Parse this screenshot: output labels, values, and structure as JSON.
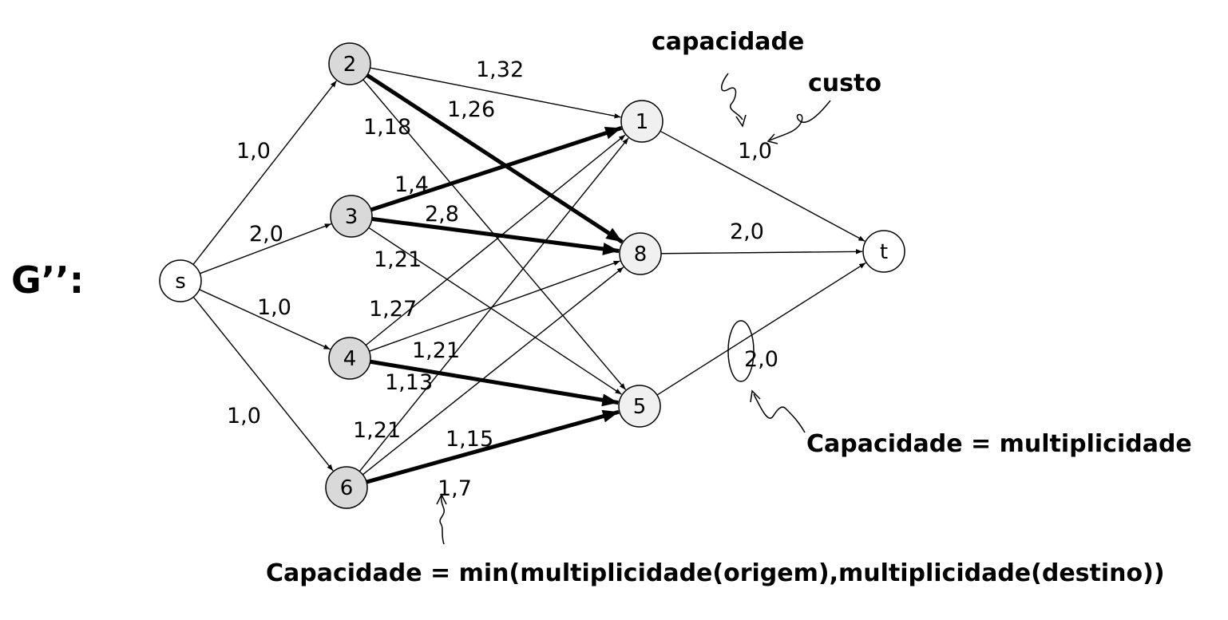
{
  "graph_label": "G’’:",
  "nodes": [
    {
      "id": "s",
      "label": "s",
      "fill": "#ffffff"
    },
    {
      "id": "2",
      "label": "2",
      "fill": "#d9d9d9"
    },
    {
      "id": "3",
      "label": "3",
      "fill": "#d9d9d9"
    },
    {
      "id": "4",
      "label": "4",
      "fill": "#d9d9d9"
    },
    {
      "id": "6",
      "label": "6",
      "fill": "#d9d9d9"
    },
    {
      "id": "1",
      "label": "1",
      "fill": "#f0f0f0"
    },
    {
      "id": "8",
      "label": "8",
      "fill": "#f0f0f0"
    },
    {
      "id": "5",
      "label": "5",
      "fill": "#f0f0f0"
    },
    {
      "id": "t",
      "label": "t",
      "fill": "#ffffff"
    }
  ],
  "edges": [
    {
      "from": "s",
      "to": "2",
      "label": "1,0",
      "bold": false
    },
    {
      "from": "s",
      "to": "3",
      "label": "2,0",
      "bold": false
    },
    {
      "from": "s",
      "to": "4",
      "label": "1,0",
      "bold": false
    },
    {
      "from": "s",
      "to": "6",
      "label": "1,0",
      "bold": false
    },
    {
      "from": "2",
      "to": "1",
      "label": "1,32",
      "bold": false
    },
    {
      "from": "2",
      "to": "8",
      "label": "1,26",
      "bold": true
    },
    {
      "from": "2",
      "to": "5",
      "label": "1,18",
      "bold": false
    },
    {
      "from": "3",
      "to": "1",
      "label": "1,4",
      "bold": true
    },
    {
      "from": "3",
      "to": "8",
      "label": "2,8",
      "bold": true
    },
    {
      "from": "3",
      "to": "5",
      "label": "1,21",
      "bold": false
    },
    {
      "from": "4",
      "to": "1",
      "label": "1,27",
      "bold": false
    },
    {
      "from": "4",
      "to": "8",
      "label": "1,21",
      "bold": false
    },
    {
      "from": "4",
      "to": "5",
      "label": "1,13",
      "bold": true
    },
    {
      "from": "6",
      "to": "1",
      "label": "1,21",
      "bold": false
    },
    {
      "from": "6",
      "to": "8",
      "label": "1,15",
      "bold": false
    },
    {
      "from": "6",
      "to": "5",
      "label": "1,7",
      "bold": true
    },
    {
      "from": "1",
      "to": "t",
      "label": "1,0",
      "bold": false
    },
    {
      "from": "8",
      "to": "t",
      "label": "2,0",
      "bold": false
    },
    {
      "from": "5",
      "to": "t",
      "label": "2,0",
      "bold": false
    }
  ],
  "annotations": {
    "capacidade": "capacidade",
    "custo": "custo",
    "multiplicidade_note": "Capacidade = multiplicidade",
    "min_note": "Capacidade = min(multiplicidade(origem),multiplicidade(destino))"
  },
  "colors": {
    "stroke": "#000000",
    "left_node_fill": "#d9d9d9",
    "right_node_fill": "#f0f0f0"
  }
}
